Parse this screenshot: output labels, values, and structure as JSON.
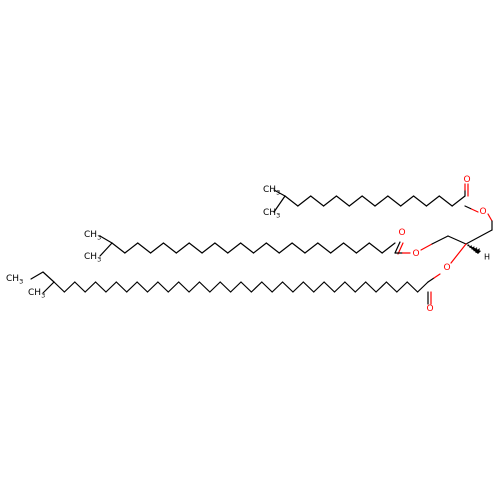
{
  "molecule": {
    "colors": {
      "bond": "#000000",
      "oxygen": "#ff0000",
      "carbon_label": "#000000",
      "background": "#ffffff"
    },
    "atom_labels": {
      "ester_oxygen": "O",
      "carbonyl_oxygen": "O",
      "stereo_hydrogen": "H",
      "methyl": "CH3",
      "methyl_main": "CH",
      "methyl_sub": "3"
    },
    "chains": [
      {
        "name": "chain-top",
        "oxygen_symbols": [
          "O",
          "O"
        ],
        "methyl_labels": [
          "CH3",
          "CH3"
        ]
      },
      {
        "name": "chain-middle",
        "oxygen_symbols": [
          "O",
          "O"
        ],
        "methyl_labels": [
          "CH3",
          "CH3"
        ]
      },
      {
        "name": "chain-bottom",
        "oxygen_symbols": [
          "O",
          "O"
        ],
        "methyl_labels": [
          "CH3",
          "CH3"
        ]
      }
    ]
  }
}
